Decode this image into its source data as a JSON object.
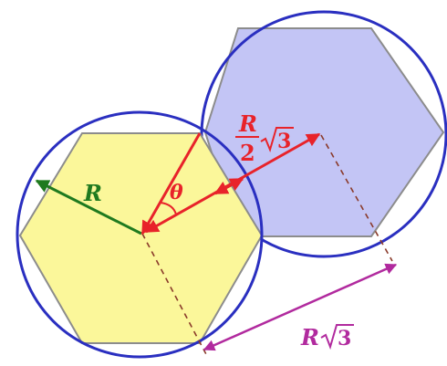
{
  "labels": {
    "radius": "R",
    "half_height_num": "R",
    "half_height_den": "2",
    "half_height_root": "3",
    "angle": "θ",
    "distance_r": "R",
    "distance_root": "3"
  },
  "colors": {
    "circle": "#2a2fc0",
    "hex_left_fill": "#fbf79a",
    "hex_right_fill": "#c3c5f5",
    "hex_edge": "#8c8c8c",
    "radius_green": "#1f7a1f",
    "red": "#e8232a",
    "magenta": "#b12a9e",
    "dashed": "#8a3a2a"
  }
}
